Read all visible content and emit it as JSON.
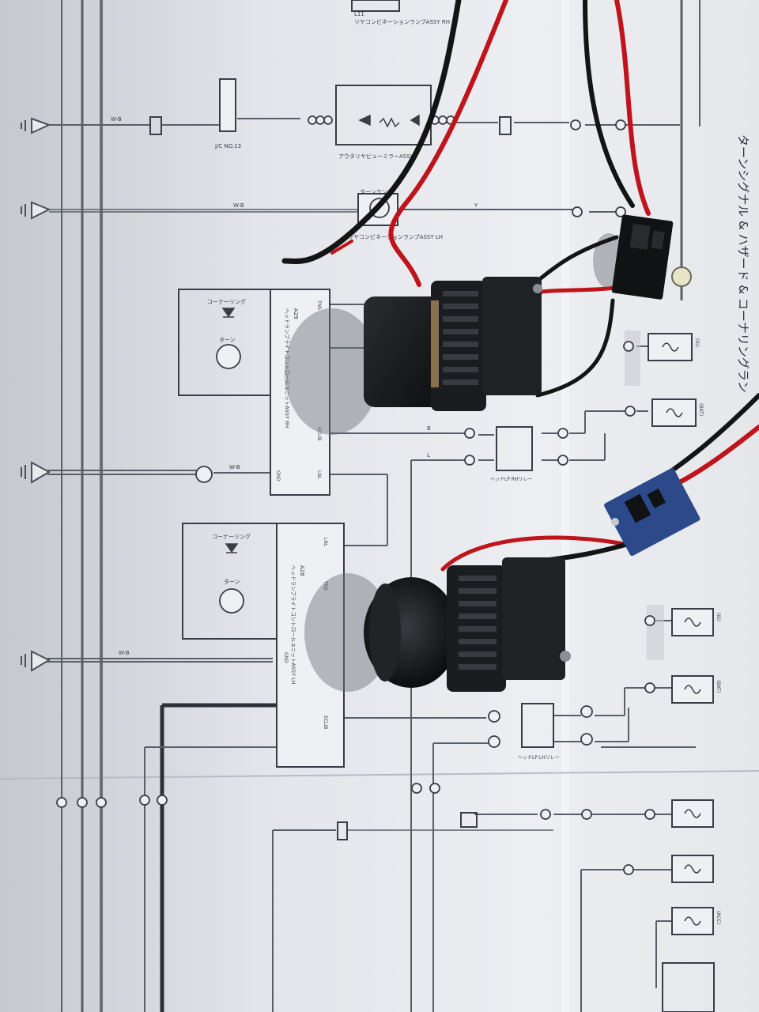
{
  "diagram": {
    "title": "ターンシグナル & ハザード & コーナリングラン",
    "labels": {
      "rear_combo_rh": "リヤコンビネーションランプASSY RH",
      "jc": "J/C NO.13",
      "outer_mirror": "アウタリヤビューミラーASSY",
      "turn_lamp": "ターンランプ",
      "rear_combo_lh": "リヤコンビネーションランプASSY LH",
      "cornering_1": "コーナーリング",
      "turn_1": "ターン",
      "headlamp_rh": "ヘッドランプライトコントロールユニットASSY RH",
      "cornering_2": "コーナーリング",
      "turn_2": "ターン",
      "headlamp_lh": "ヘッドランプライトコントロールユニットASSY LH",
      "relay_rh": "ヘッドLP RHリレー",
      "relay_lh": "ヘッドLP LHリレー",
      "wire_wb": "W-B",
      "wire_l": "L",
      "wire_y": "Y",
      "wire_b": "B",
      "pin_tns": "TNS",
      "pin_eclib": "ECLIB",
      "pin_lnl": "LNL",
      "pin_gnd": "GND",
      "pin_eclib_2": "ECLIB",
      "pin_lnl_2": "LNL",
      "pin_gnd_2": "GND",
      "pin_tns_2": "TNS",
      "comp_a29": "A29",
      "comp_a28": "A28",
      "comp_l11": "L11",
      "fuse_bat": "(BAT)",
      "fuse_bat_2": "(BAT)",
      "fuse_ig": "(IG)",
      "fuse_ig_2": "(IG)",
      "fuse_acc": "(ACC)"
    }
  },
  "colors": {
    "paper": "#e8eaee",
    "trace": "#5a5e66",
    "wire_red": "#c0141c",
    "wire_black": "#141414",
    "body_black": "#1b1c1f",
    "pcb_blue": "#2c4a8a",
    "pcb_black": "#111214"
  },
  "objects": {
    "component_top": "black-led-driver-module",
    "component_bottom": "black-led-driver-module",
    "board_top": "black-pcb-converter",
    "board_bottom": "blue-pcb-converter"
  }
}
